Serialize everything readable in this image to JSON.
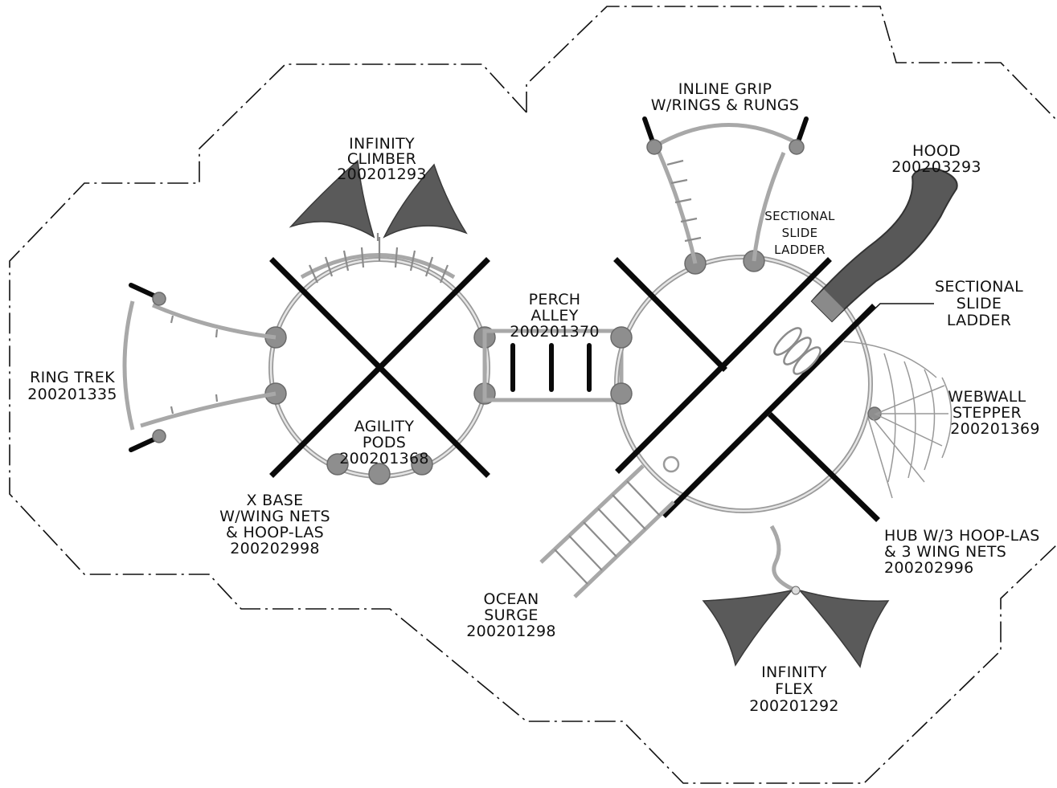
{
  "labels": {
    "infinity_climber": [
      "INFINITY",
      "CLIMBER",
      "200201293"
    ],
    "inline_grip": [
      "INLINE GRIP",
      "W/RINGS & RUNGS"
    ],
    "hood": [
      "HOOD",
      "200203293"
    ],
    "sectional_slide_ladder_a": [
      "SECTIONAL",
      "SLIDE",
      "LADDER"
    ],
    "sectional_slide_ladder_b": [
      "SECTIONAL",
      "SLIDE",
      "LADDER"
    ],
    "ring_trek": [
      "RING TREK",
      "200201335"
    ],
    "perch_alley": [
      "PERCH",
      "ALLEY",
      "200201370"
    ],
    "agility_pods": [
      "AGILITY",
      "PODS",
      "200201368"
    ],
    "x_base": [
      "X BASE",
      "W/WING NETS",
      "& HOOP-LAS",
      "200202998"
    ],
    "webwall_stepper": [
      "WEBWALL",
      "STEPPER",
      "200201369"
    ],
    "hub": [
      "HUB W/3 HOOP-LAS",
      "& 3 WING NETS",
      "200202996"
    ],
    "ocean_surge": [
      "OCEAN",
      "SURGE",
      "200201298"
    ],
    "infinity_flex": [
      "INFINITY",
      "FLEX",
      "200201292"
    ]
  }
}
